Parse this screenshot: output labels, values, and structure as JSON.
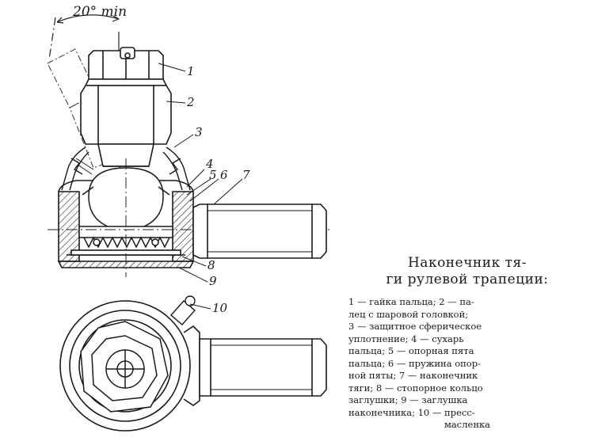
{
  "angle_label": "20° min",
  "callouts": [
    "1",
    "2",
    "3",
    "4",
    "5",
    "6",
    "7",
    "8",
    "9",
    "10"
  ],
  "caption": {
    "title_lines": [
      "Наконечник тя-",
      "ги рулевой трапеции:"
    ],
    "body_lines": [
      "1 — гайка пальца; 2 — па-",
      "лец с шаровой головкой;",
      "3 — защитное сферическое",
      "уплотнение; 4 — сухарь",
      "пальца; 5 — опорная пята",
      "пальца; 6 — пружина опор-",
      "ной пяты; 7 — наконечник",
      "тяги; 8 — стопорное кольцо",
      "заглушки; 9 — заглушка",
      "наконечника; 10 — пресс-",
      "масленка"
    ]
  }
}
